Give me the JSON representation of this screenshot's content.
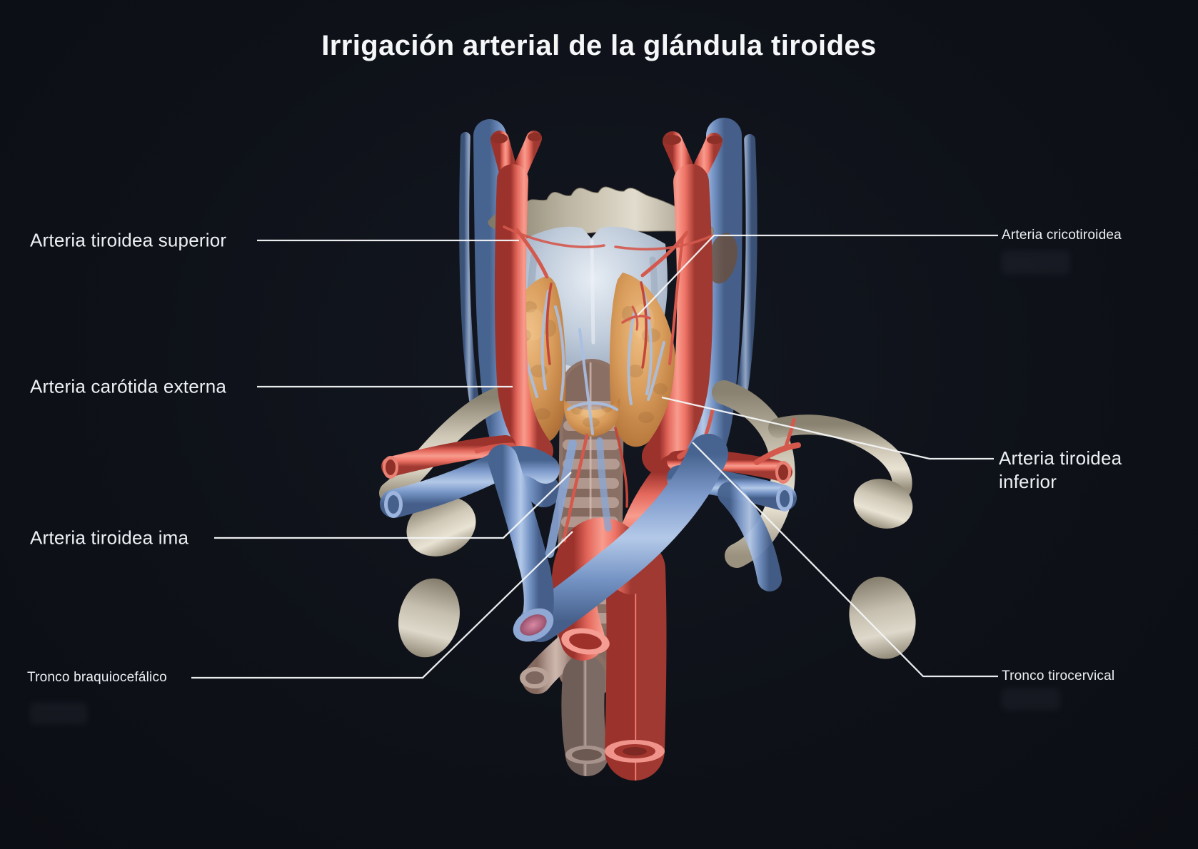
{
  "title": "Irrigación arterial de la glándula tiroides",
  "labels": {
    "superior": "Arteria tiroidea superior",
    "carotida_externa": "Arteria carótida externa",
    "ima": "Arteria tiroidea ima",
    "braquiocefalico": "Tronco braquiocefálico",
    "cricotiroidea": "Arteria cricotiroidea",
    "inferior": "Arteria tiroidea inferior",
    "tirocervical": "Tronco tirocervical"
  },
  "colors": {
    "background": "#0e1118",
    "label_text": "#eef1f4",
    "leader_line": "#f3f5f6",
    "artery_red": "#f0796d",
    "vein_blue": "#8fa9d4",
    "bone": "#cfc9b8",
    "cartilage": "#c0ccdb",
    "thyroid_gland": "#d99d5c",
    "trachea": "#cdb6ac"
  }
}
